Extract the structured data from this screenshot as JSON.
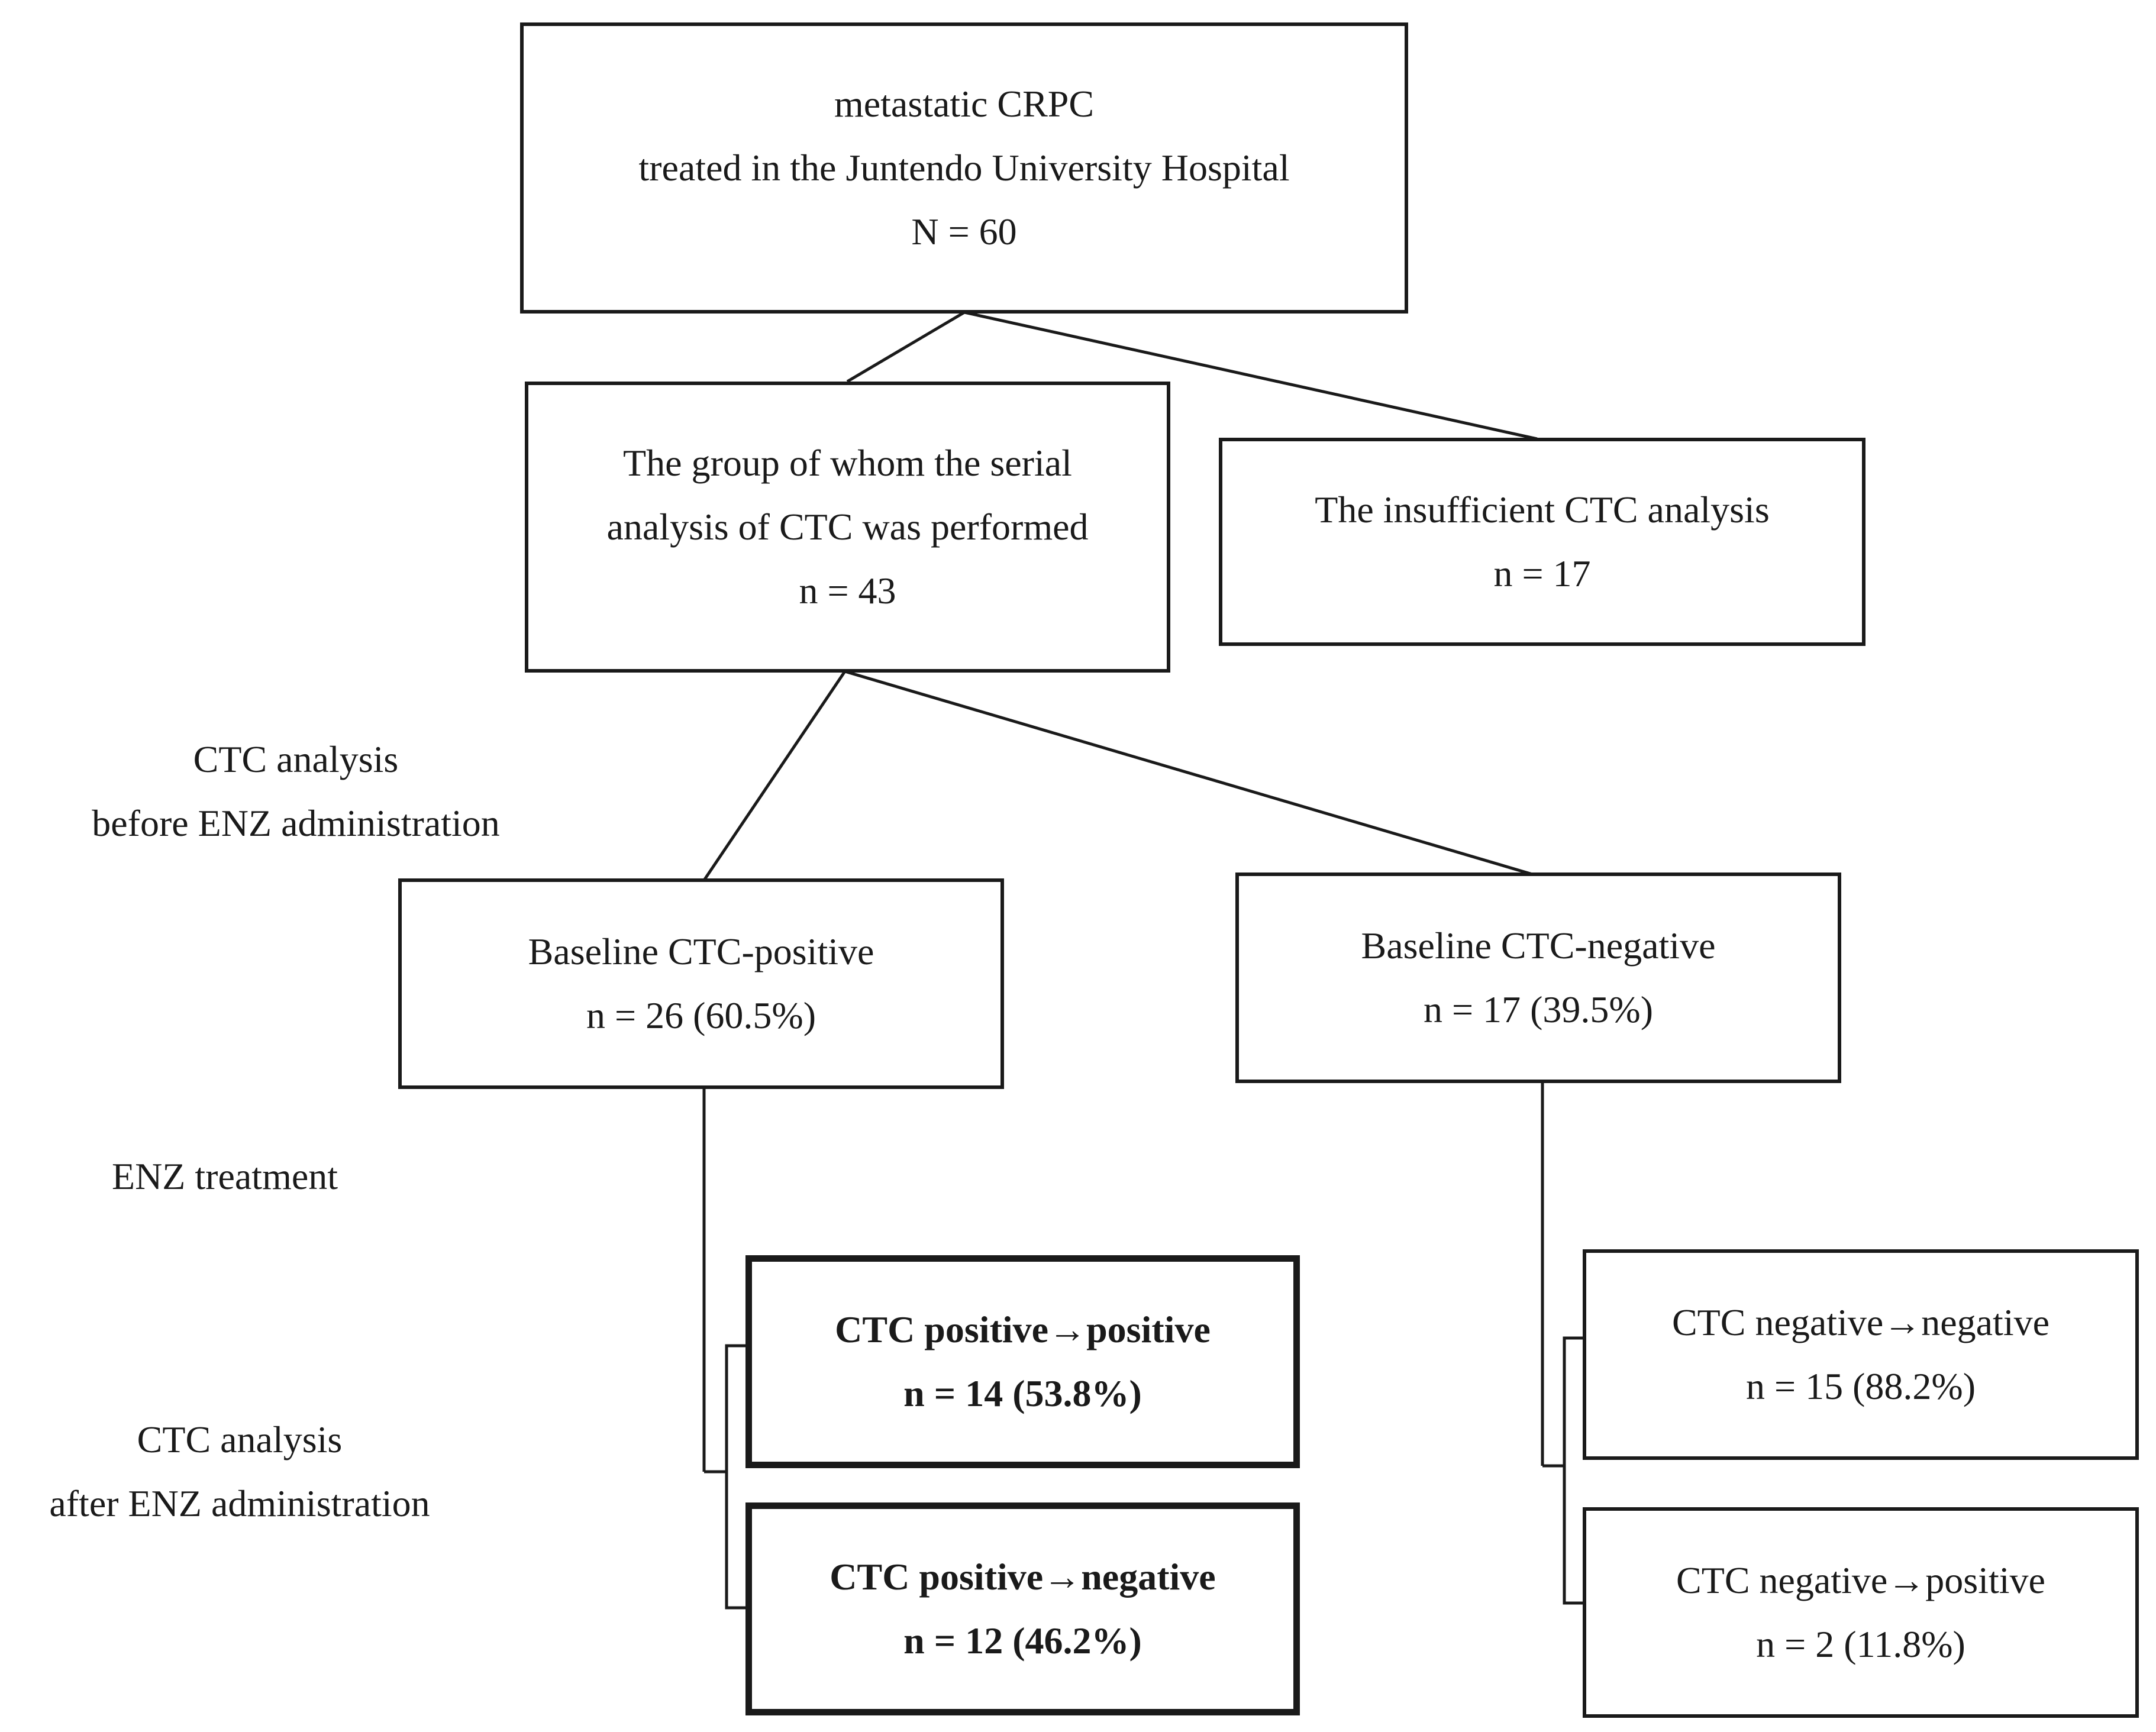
{
  "nodes": {
    "root": {
      "lines": [
        "metastatic CRPC",
        "treated in the Juntendo University Hospital",
        "N = 60"
      ]
    },
    "serial": {
      "lines": [
        "The group of whom the serial",
        "analysis of CTC was performed",
        "n = 43"
      ]
    },
    "insufficient": {
      "lines": [
        "The insufficient CTC analysis",
        "n = 17"
      ]
    },
    "baseline_positive": {
      "lines": [
        "Baseline CTC-positive",
        "n = 26 (60.5%)"
      ]
    },
    "baseline_negative": {
      "lines": [
        "Baseline CTC-negative",
        "n = 17 (39.5%)"
      ]
    },
    "pos_pos": {
      "lines": [
        "CTC positive→positive",
        "n = 14 (53.8%)"
      ]
    },
    "pos_neg": {
      "lines": [
        "CTC positive→negative",
        "n = 12 (46.2%)"
      ]
    },
    "neg_neg": {
      "lines": [
        "CTC negative→negative",
        "n = 15 (88.2%)"
      ]
    },
    "neg_pos": {
      "lines": [
        "CTC negative→positive",
        "n = 2 (11.8%)"
      ]
    }
  },
  "side_labels": {
    "before": [
      "CTC analysis",
      "before ENZ administration"
    ],
    "treatment": [
      "ENZ treatment"
    ],
    "after": [
      "CTC analysis",
      "after ENZ administration"
    ]
  }
}
